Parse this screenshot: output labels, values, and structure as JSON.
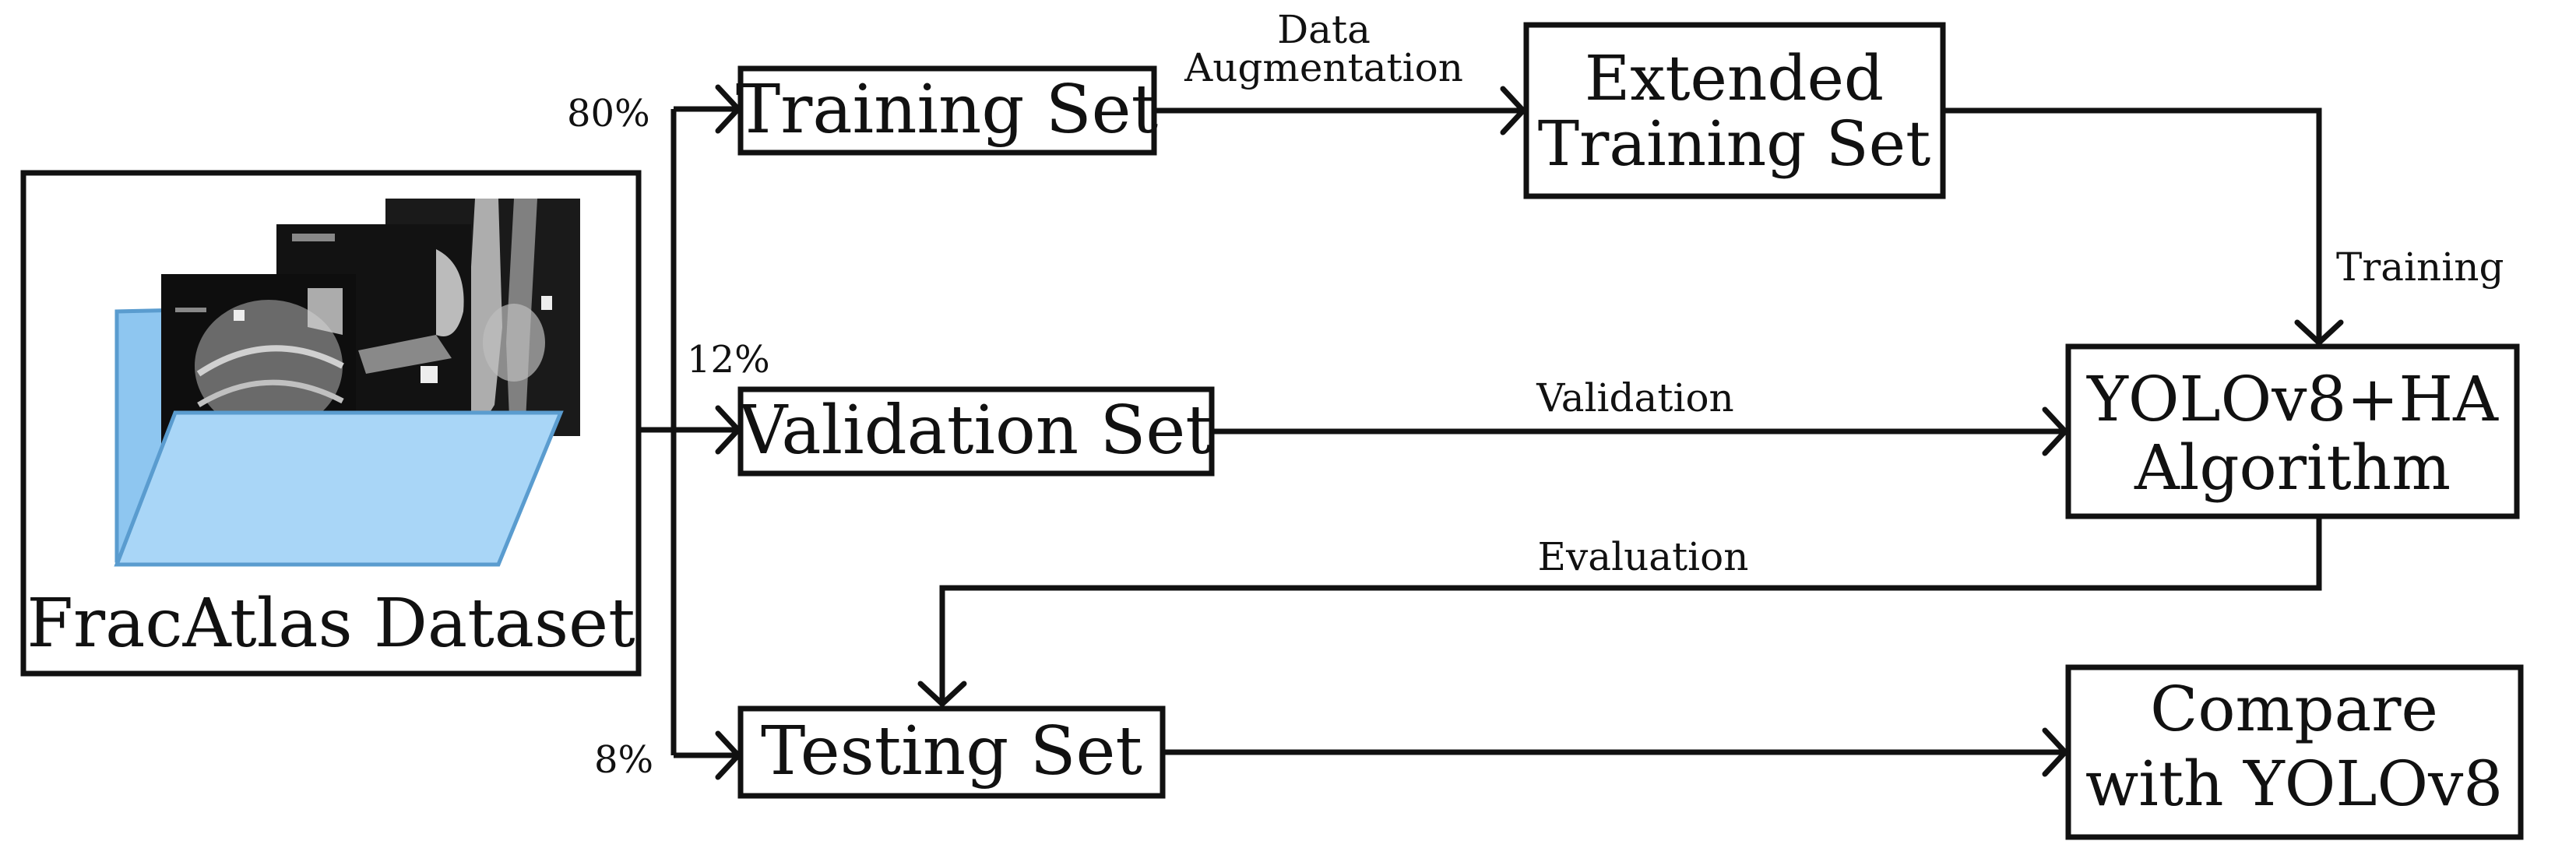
{
  "nodes": {
    "dataset": {
      "label": "FracAtlas Dataset"
    },
    "training": {
      "label": "Training Set"
    },
    "validation": {
      "label": "Validation Set"
    },
    "testing": {
      "label": "Testing Set"
    },
    "extended": {
      "line1": "Extended",
      "line2": "Training Set"
    },
    "algorithm": {
      "line1": "YOLOv8+HA",
      "line2": "Algorithm"
    },
    "compare": {
      "line1": "Compare",
      "line2": "with YOLOv8"
    }
  },
  "splits": {
    "training": "80%",
    "validation": "12%",
    "testing": "8%"
  },
  "edges": {
    "augmentation": {
      "line1": "Data",
      "line2": "Augmentation"
    },
    "training": "Training",
    "validation": "Validation",
    "evaluation": "Evaluation"
  },
  "colors": {
    "folder_front": "#a9d6f7",
    "folder_back": "#8ec6f0",
    "folder_stroke": "#5a9ccf"
  }
}
